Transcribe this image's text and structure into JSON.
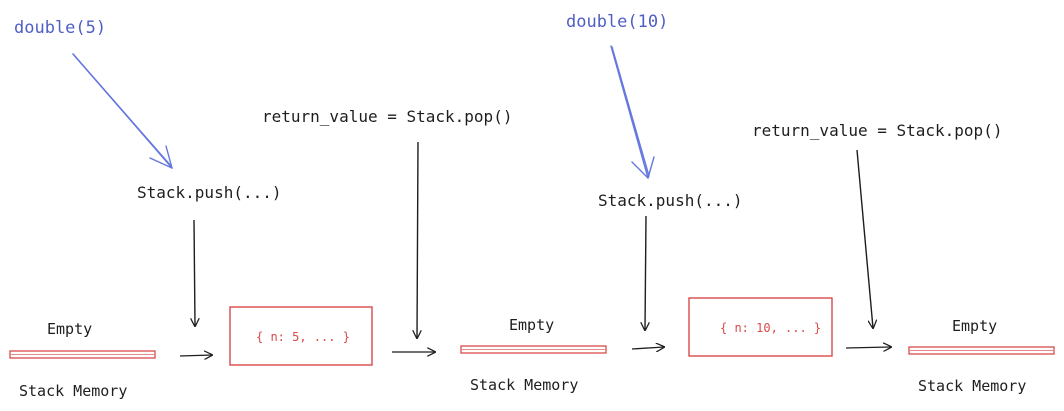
{
  "colors": {
    "call": "#4f5fc4",
    "call_arrow": "#6677dd",
    "ink": "#1e1e1e",
    "frame": "#d94a4a",
    "background": "#ffffff"
  },
  "calls": [
    {
      "label": "double(5)"
    },
    {
      "label": "double(10)"
    }
  ],
  "operations": {
    "push_1": "Stack.push(...)",
    "pop_1": "return_value = Stack.pop()",
    "push_2": "Stack.push(...)",
    "pop_2": "return_value = Stack.pop()"
  },
  "states": [
    {
      "label": "Empty",
      "memory_label": "Stack Memory"
    },
    {
      "label": "Empty",
      "memory_label": "Stack Memory"
    },
    {
      "label": "Empty",
      "memory_label": "Stack Memory"
    }
  ],
  "frames": [
    {
      "label": "{ n: 5, ... }"
    },
    {
      "label": "{ n: 10, ... }"
    }
  ]
}
